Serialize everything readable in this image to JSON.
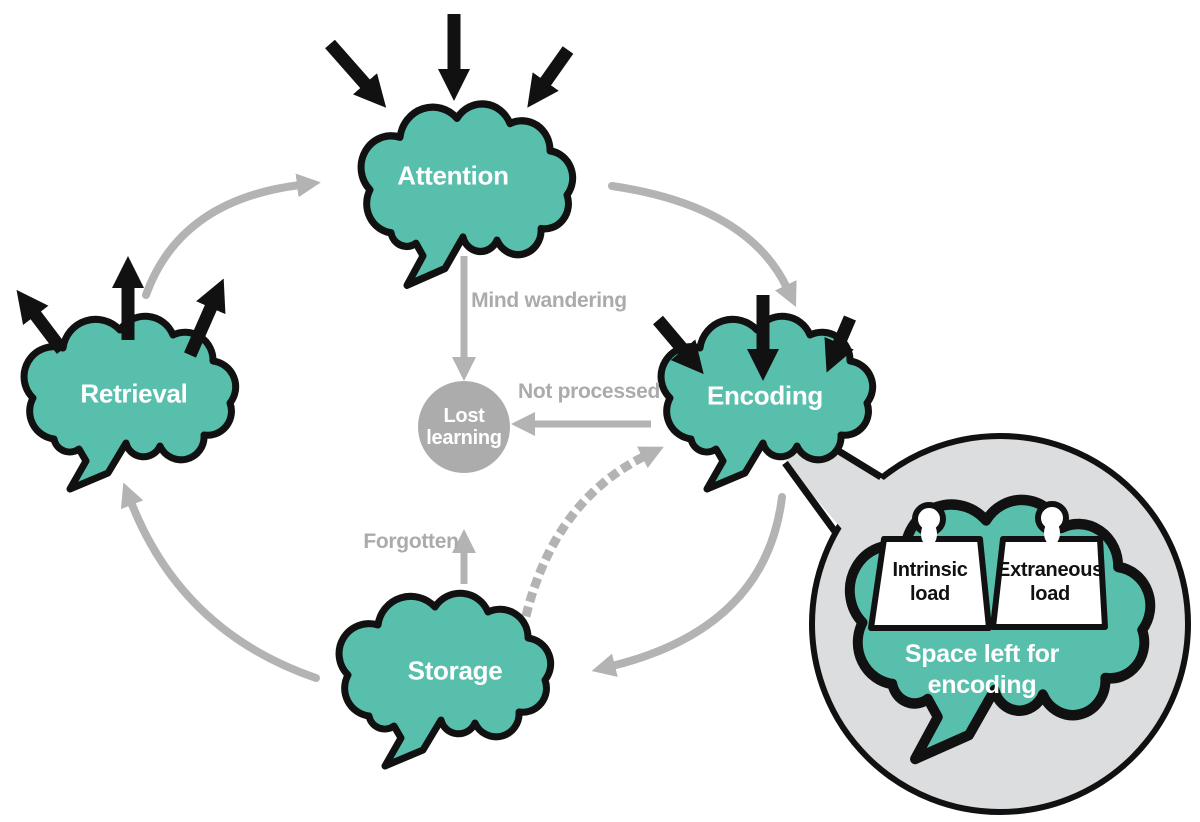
{
  "nodes": {
    "attention": "Attention",
    "retrieval": "Retrieval",
    "encoding": "Encoding",
    "storage": "Storage"
  },
  "lost": {
    "line1": "Lost",
    "line2": "learning"
  },
  "flows": {
    "mind_wandering": "Mind wandering",
    "not_processed": "Not processed",
    "forgotten": "Forgotten"
  },
  "inset": {
    "intrinsic": {
      "line1": "Intrinsic",
      "line2": "load"
    },
    "extraneous": {
      "line1": "Extraneous",
      "line2": "load"
    },
    "space": {
      "line1": "Space left for",
      "line2": "encoding"
    }
  },
  "colors": {
    "brain_teal": "#59BFAD",
    "outline_black": "#111111",
    "arrow_gray": "#B3B3B3",
    "lost_circle_gray": "#ACACAC",
    "label_gray": "#ABABAB",
    "inset_circle_gray": "#DCDDDE",
    "weight_white": "#FFFFFF"
  }
}
